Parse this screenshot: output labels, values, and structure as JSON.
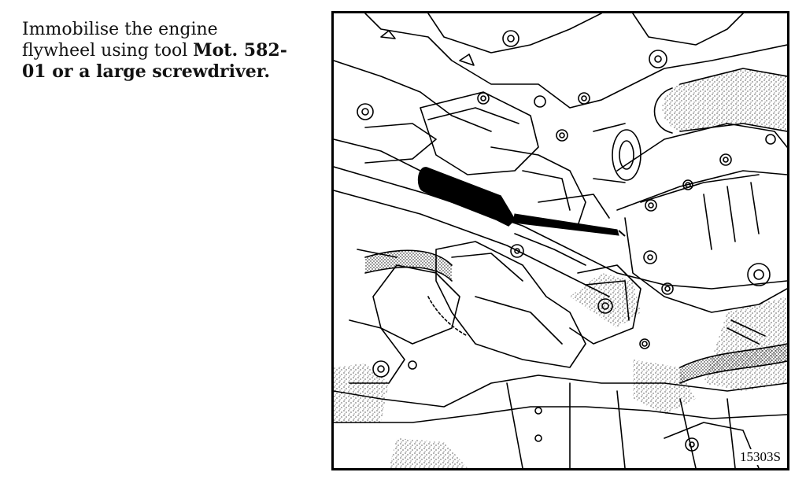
{
  "instruction": {
    "line1": "Immobilise the engine",
    "line2_plain": "flywheel using tool ",
    "line2_bold": "Mot. 582-",
    "line3_bold": "01 or a large screwdriver."
  },
  "figure": {
    "reference": "15303S",
    "illustration": "engine-flywheel-immobilised-with-screwdriver",
    "stroke_color": "#000000",
    "fill_color": "#ffffff"
  }
}
